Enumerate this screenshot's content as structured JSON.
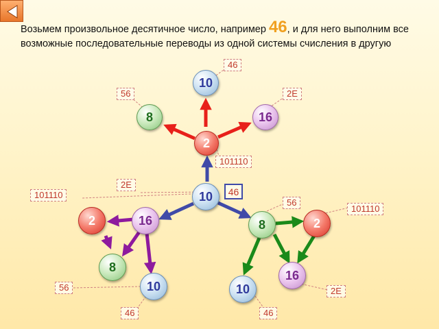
{
  "intro": {
    "before": "Возьмем произвольное десятичное число, например ",
    "number": "46",
    "after": ", и для него выполним все возможные последовательные переводы из одной системы счисления в другую"
  },
  "nodes": {
    "top_10": "10",
    "top_8": "8",
    "top_16": "16",
    "top_2": "2",
    "center_10": "10",
    "left_2": "2",
    "left_16": "16",
    "left_8": "8",
    "left_10": "10",
    "right_8": "8",
    "right_2": "2",
    "right_16": "16",
    "right_10": "10"
  },
  "labels": {
    "c_46_top": "46",
    "c_56_top": "56",
    "c_2e_top": "2E",
    "c_101110_top": "101110",
    "c_2e_mid": "2E",
    "c_101110_left": "101110",
    "c_46_box": "46",
    "c_56_right": "56",
    "c_101110_right": "101110",
    "c_56_bottom": "56",
    "c_2e_bottom": "2E",
    "c_46_bottom_left": "46",
    "c_46_bottom_right": "46"
  },
  "colors": {
    "red_arrow": "#e8201a",
    "blue_arrow": "#3f4aa8",
    "purple_arrow": "#8e1a9e",
    "green_arrow": "#1a8a1a"
  }
}
